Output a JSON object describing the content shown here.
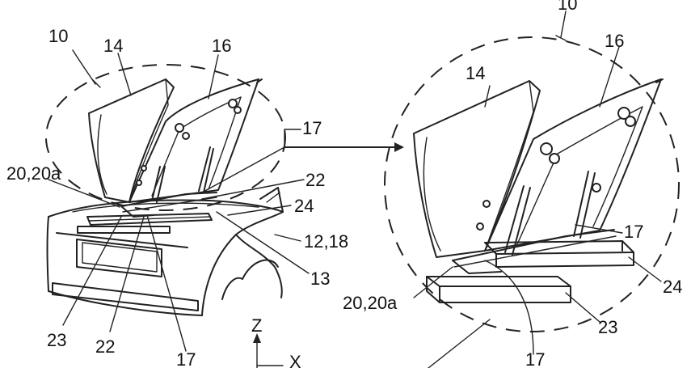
{
  "labels": {
    "l10_left": "10",
    "l14_left": "14",
    "l16_left": "16",
    "l17_mid": "17",
    "l2020a_left": "20,20a",
    "l22_right": "22",
    "l24_left": "24",
    "l1218": "12,18",
    "l13": "13",
    "l23_left": "23",
    "l22_bottom": "22",
    "l17_bottom_left": "17",
    "l10_right": "10",
    "l14_right": "14",
    "l16_right": "16",
    "l17_right": "17",
    "l24_right": "24",
    "l2020a_right": "20,20a",
    "l23_right": "23",
    "l17_bottom_right": "17",
    "axis_z": "Z",
    "axis_x": "X"
  }
}
